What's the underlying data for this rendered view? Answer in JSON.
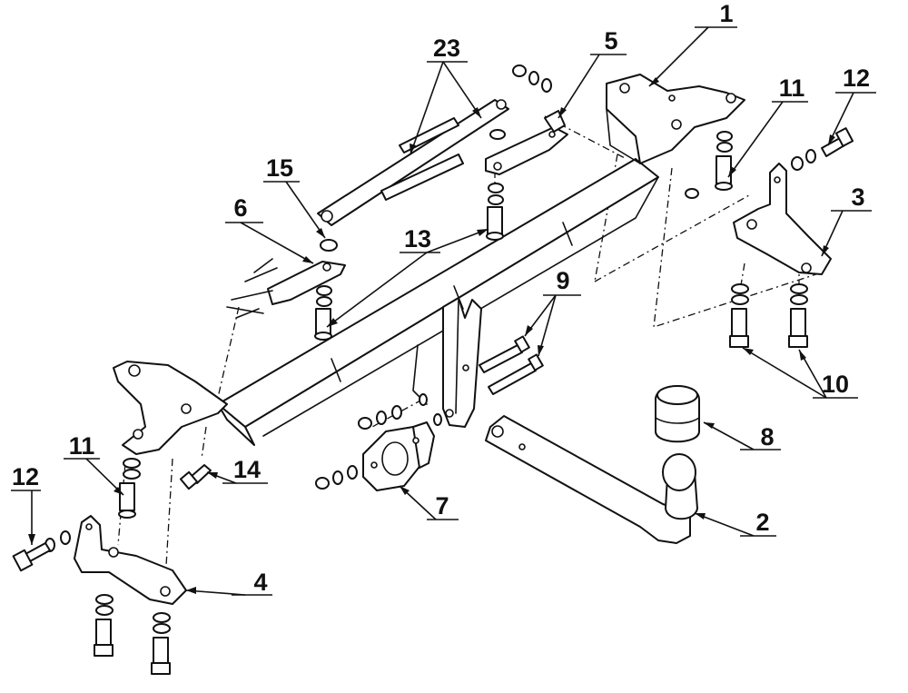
{
  "diagram": {
    "kind": "exploded-parts-view",
    "callouts": [
      {
        "id": "c1",
        "label": "1"
      },
      {
        "id": "c2",
        "label": "2"
      },
      {
        "id": "c3",
        "label": "3"
      },
      {
        "id": "c4",
        "label": "4"
      },
      {
        "id": "c5",
        "label": "5"
      },
      {
        "id": "c6",
        "label": "6"
      },
      {
        "id": "c7",
        "label": "7"
      },
      {
        "id": "c8",
        "label": "8"
      },
      {
        "id": "c9",
        "label": "9"
      },
      {
        "id": "c10",
        "label": "10"
      },
      {
        "id": "c11a",
        "label": "11"
      },
      {
        "id": "c11b",
        "label": "11"
      },
      {
        "id": "c12a",
        "label": "12"
      },
      {
        "id": "c12b",
        "label": "12"
      },
      {
        "id": "c13",
        "label": "13"
      },
      {
        "id": "c14",
        "label": "14"
      },
      {
        "id": "c15",
        "label": "15"
      },
      {
        "id": "c23",
        "label": "23"
      }
    ],
    "colors": {
      "line": "#111111",
      "background": "#ffffff"
    }
  }
}
